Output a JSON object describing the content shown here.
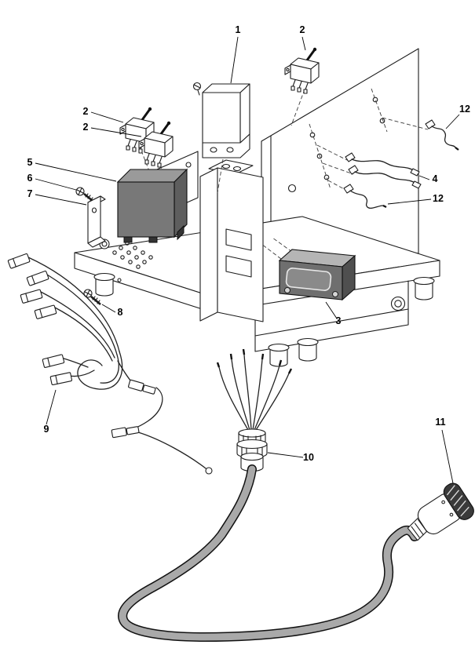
{
  "diagram": {
    "kind": "exploded-parts-diagram",
    "background": "#ffffff",
    "colors": {
      "line": "#1c1c1c",
      "shaded_part": "#6f6f6f",
      "cable": "#a9a9a9"
    },
    "callouts": [
      {
        "part": "bracket-box",
        "label": "1"
      },
      {
        "part": "toggle-switch",
        "label": "2"
      },
      {
        "part": "toggle-switch",
        "label": "2"
      },
      {
        "part": "toggle-switch",
        "label": "2"
      },
      {
        "part": "sensor-cable",
        "label": "12"
      },
      {
        "part": "cable-set",
        "label": "4"
      },
      {
        "part": "sensor-cable",
        "label": "12"
      },
      {
        "part": "transformer-box",
        "label": "5"
      },
      {
        "part": "screw",
        "label": "6"
      },
      {
        "part": "mounting-plate",
        "label": "7"
      },
      {
        "part": "screw",
        "label": "8"
      },
      {
        "part": "display-module",
        "label": "3"
      },
      {
        "part": "wiring-harness",
        "label": "9"
      },
      {
        "part": "cable-gland",
        "label": "10"
      },
      {
        "part": "power-plug",
        "label": "11"
      }
    ]
  }
}
